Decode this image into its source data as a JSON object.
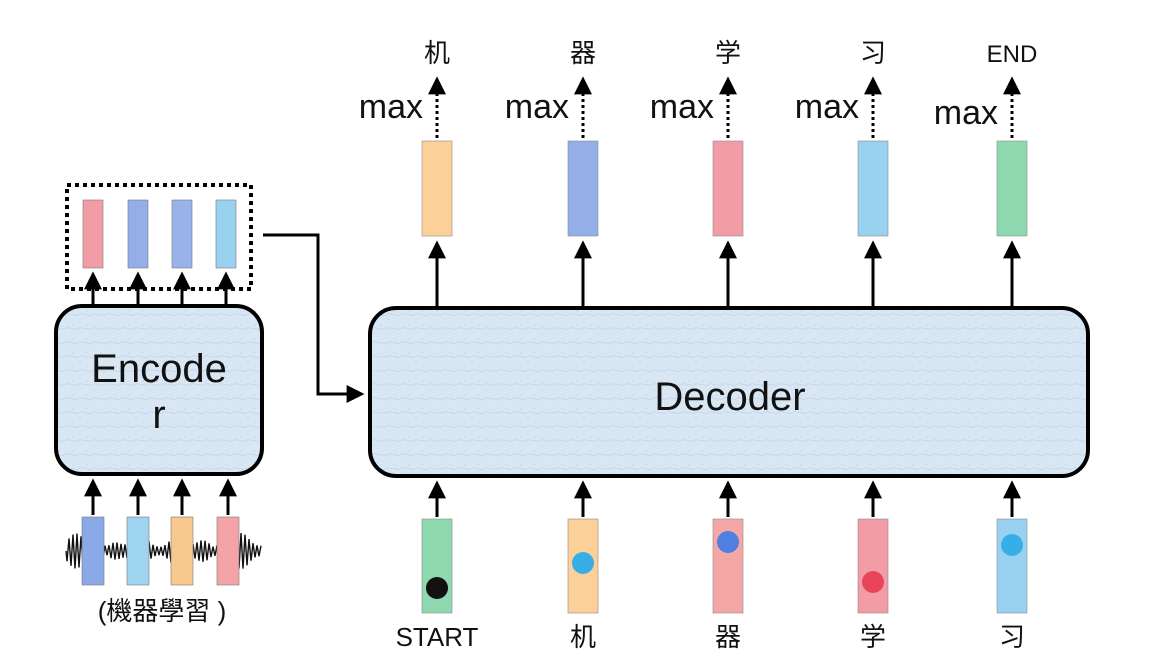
{
  "encoder": {
    "label_line1": "Encode",
    "label_line2": "r",
    "input_caption": "(機器學習 )",
    "input_vector_colors": [
      "#8aa9e6",
      "#9fd4f0",
      "#f8c98e",
      "#f4a3a6"
    ],
    "output_vector_colors": [
      "#f29ca6",
      "#93aee8",
      "#97b3ea",
      "#99d2f0"
    ]
  },
  "decoder": {
    "label": "Decoder",
    "steps": [
      {
        "output": "机",
        "max_label": "max",
        "output_color": "#fdd09a",
        "input_label": "START",
        "input_color": "#8fd9b0",
        "dot_color": "#111111"
      },
      {
        "output": "器",
        "max_label": "max",
        "output_color": "#93aee8",
        "input_label": "机",
        "input_color": "#fdd09a",
        "dot_color": "#38aee8"
      },
      {
        "output": "学",
        "max_label": "max",
        "output_color": "#f29ca6",
        "input_label": "器",
        "input_color": "#f4a8a6",
        "dot_color": "#4f7fe0"
      },
      {
        "output": "习",
        "max_label": "max",
        "output_color": "#99d2f0",
        "input_label": "学",
        "input_color": "#f29ca6",
        "dot_color": "#e8455a"
      },
      {
        "output": "END",
        "max_label": "max",
        "output_color": "#8fd9b0",
        "input_label": "习",
        "input_color": "#99d2f0",
        "dot_color": "#38aee8"
      }
    ]
  },
  "colors": {
    "box_fill": "#d9e7f4",
    "stroke": "#000000"
  }
}
